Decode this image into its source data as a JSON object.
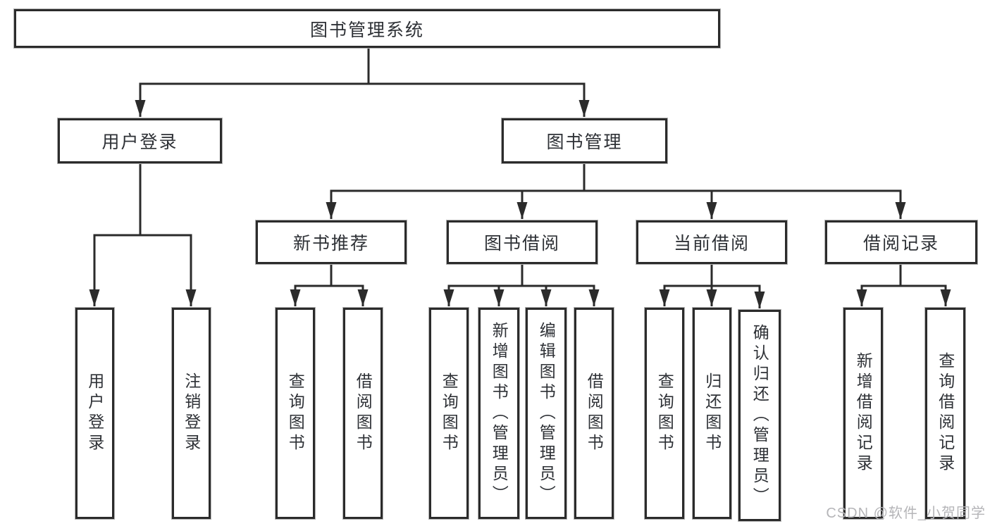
{
  "nodes": {
    "root": "图书管理系统",
    "user_login_group": "用户登录",
    "book_management": "图书管理",
    "new_book_recommend": "新书推荐",
    "book_borrowing": "图书借阅",
    "current_borrowing": "当前借阅",
    "borrowing_records": "借阅记录",
    "leaf_user_login": "用户登录",
    "leaf_logout": "注销登录",
    "leaf_query_book_1": "查询图书",
    "leaf_borrow_book_1": "借阅图书",
    "leaf_query_book_2": "查询图书",
    "leaf_add_book_admin": "新增图书（管理员）",
    "leaf_edit_book_admin": "编辑图书（管理员）",
    "leaf_borrow_book_2": "借阅图书",
    "leaf_query_book_3": "查询图书",
    "leaf_return_book": "归还图书",
    "leaf_confirm_return_admin": "确认归还（管理员）",
    "leaf_add_borrow_record": "新增借阅记录",
    "leaf_query_borrow_record": "查询借阅记录"
  },
  "hierarchy": {
    "图书管理系统": {
      "用户登录": [
        "用户登录",
        "注销登录"
      ],
      "图书管理": {
        "新书推荐": [
          "查询图书",
          "借阅图书"
        ],
        "图书借阅": [
          "查询图书",
          "新增图书（管理员）",
          "编辑图书（管理员）",
          "借阅图书"
        ],
        "当前借阅": [
          "查询图书",
          "归还图书",
          "确认归还（管理员）"
        ],
        "借阅记录": [
          "新增借阅记录",
          "查询借阅记录"
        ]
      }
    }
  },
  "watermark": {
    "text": "CSDN @软件_小贺同学"
  },
  "colors": {
    "background": "#ffffff",
    "line": "#2b2b2b",
    "box_border": "#2b2b2b",
    "box_fill": "#ffffff",
    "text": "#2e3136",
    "watermark_text": "#b5b5b8"
  }
}
